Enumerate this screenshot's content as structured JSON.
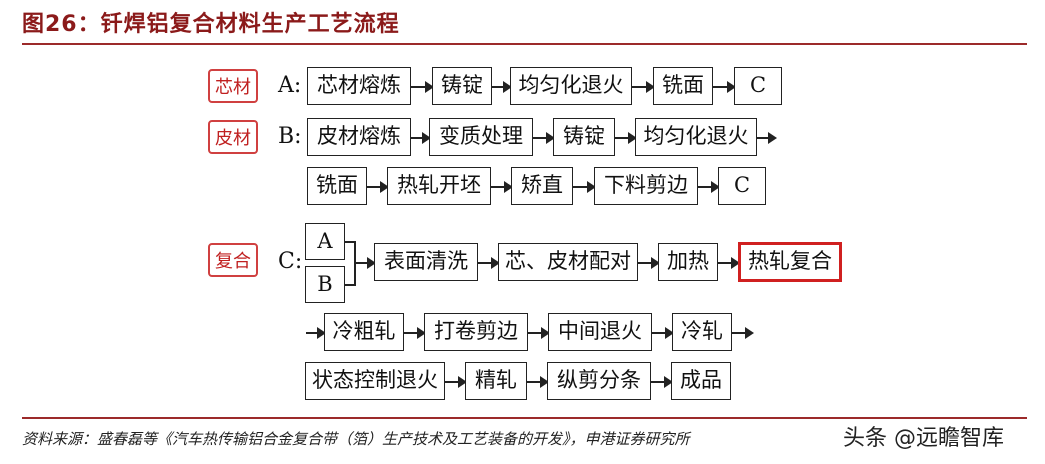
{
  "title": "图26：钎焊铝复合材料生产工艺流程",
  "tags": {
    "core": "芯材",
    "skin": "皮材",
    "composite": "复合"
  },
  "rows": {
    "a_label": "A:",
    "a_steps": [
      "芯材熔炼",
      "铸锭",
      "均匀化退火",
      "铣面",
      "C"
    ],
    "b_label": "B:",
    "b_steps_1": [
      "皮材熔炼",
      "变质处理",
      "铸锭",
      "均匀化退火"
    ],
    "b_steps_2": [
      "铣面",
      "热轧开坯",
      "矫直",
      "下料剪边",
      "C"
    ],
    "c_label": "C:",
    "c_inputs": [
      "A",
      "B"
    ],
    "c_steps_1": [
      "表面清洗",
      "芯、皮材配对",
      "加热",
      "热轧复合"
    ],
    "c_steps_2": [
      "冷粗轧",
      "打卷剪边",
      "中间退火",
      "冷轧"
    ],
    "c_steps_3": [
      "状态控制退火",
      "精轧",
      "纵剪分条",
      "成品"
    ]
  },
  "highlight_color": "#d02020",
  "source": "资料来源：盛春磊等《汽车热传输铝合金复合带（箔）生产技术及工艺装备的开发》，申港证券研究所",
  "watermark": "头条 @远瞻智库"
}
